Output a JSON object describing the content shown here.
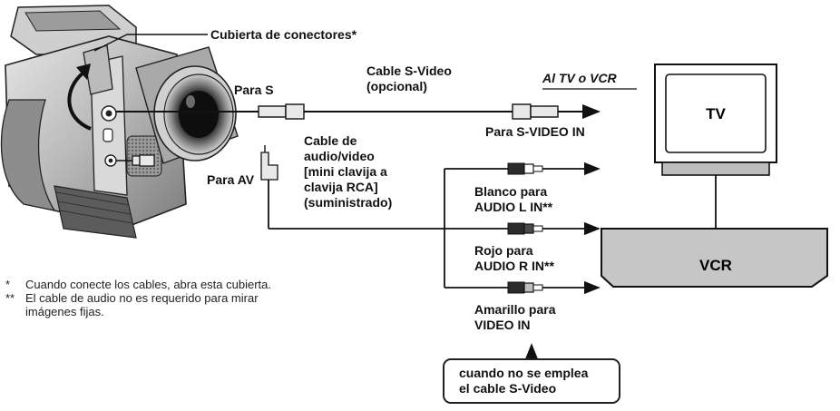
{
  "labels": {
    "connector_cover": "Cubierta de conectores*",
    "para_s": "Para S",
    "s_video_cable": [
      "Cable S-Video",
      "(opcional)"
    ],
    "to_tv_vcr": "Al TV o VCR",
    "para_s_video_in": "Para S-VIDEO IN",
    "av_cable": [
      "Cable de",
      "audio/video",
      "[mini clavija a",
      "clavija RCA]",
      "(suministrado)"
    ],
    "para_av": "Para AV",
    "white_audio_l": [
      "Blanco para",
      "AUDIO L IN**"
    ],
    "red_audio_r": [
      "Rojo para",
      "AUDIO R IN**"
    ],
    "yellow_video": [
      "Amarillo para",
      "VIDEO IN"
    ],
    "when_no_svideo": [
      "cuando no se emplea",
      "el cable S-Video"
    ]
  },
  "devices": {
    "tv": "TV",
    "vcr": "VCR"
  },
  "footnotes": [
    {
      "mark": "*",
      "text": "Cuando conecte los cables, abra esta cubierta."
    },
    {
      "mark": "**",
      "text": "El cable de audio no es requerido para mirar"
    },
    {
      "mark": "",
      "text": "imágenes fijas."
    }
  ]
}
